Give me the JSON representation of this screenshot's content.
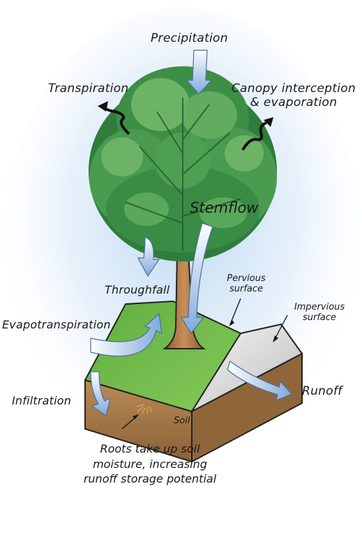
{
  "labels": {
    "precipitation": "Precipitation",
    "transpiration": "Transpiration",
    "canopy_line1": "Canopy interception",
    "canopy_line2": "& evaporation",
    "stemflow": "Stemflow",
    "throughfall": "Throughfall",
    "pervious_line1": "Pervious",
    "pervious_line2": "surface",
    "impervious_line1": "Impervious",
    "impervious_line2": "surface",
    "evapotranspiration": "Evapotranspiration",
    "infiltration": "Infiltration",
    "runoff": "Runoff",
    "soil": "Soil",
    "roots_line1": "Roots take up soil",
    "roots_line2": "moisture, increasing",
    "roots_line3": "runoff storage potential"
  },
  "colors": {
    "background_glow": "#cfe3f6",
    "grass": "#6fbf4a",
    "soil": "#a77e4c",
    "impervious": "#dcdcdc",
    "trunk": "#b07a48",
    "foliage_dark": "#2f7d3c",
    "foliage_light": "#5aa85a",
    "water_arrow": "#a9c6e8"
  }
}
